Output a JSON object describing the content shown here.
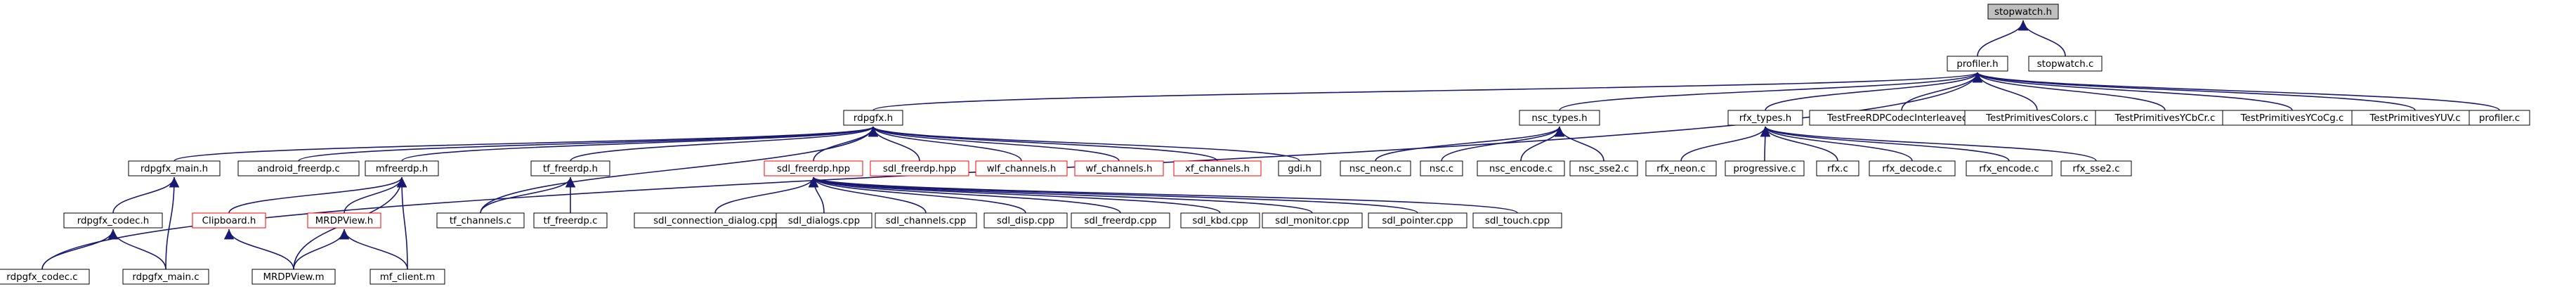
{
  "nodes": [
    {
      "id": "stopwatch_h",
      "label": "stopwatch.h",
      "style": "current"
    },
    {
      "id": "profiler_h",
      "label": "profiler.h",
      "style": "normal"
    },
    {
      "id": "stopwatch_c",
      "label": "stopwatch.c",
      "style": "normal"
    },
    {
      "id": "rdpgfx_h",
      "label": "rdpgfx.h",
      "style": "normal"
    },
    {
      "id": "nsc_types_h",
      "label": "nsc_types.h",
      "style": "normal"
    },
    {
      "id": "rfx_types_h",
      "label": "rfx_types.h",
      "style": "normal"
    },
    {
      "id": "TestFreeRDPCodecInterleaved_c",
      "label": "TestFreeRDPCodecInterleaved.c",
      "style": "normal"
    },
    {
      "id": "TestPrimitivesColors_c",
      "label": "TestPrimitivesColors.c",
      "style": "normal"
    },
    {
      "id": "TestPrimitivesYCbCr_c",
      "label": "TestPrimitivesYCbCr.c",
      "style": "normal"
    },
    {
      "id": "TestPrimitivesYCoCg_c",
      "label": "TestPrimitivesYCoCg.c",
      "style": "normal"
    },
    {
      "id": "TestPrimitivesYUV_c",
      "label": "TestPrimitivesYUV.c",
      "style": "normal"
    },
    {
      "id": "profiler_c",
      "label": "profiler.c",
      "style": "normal"
    },
    {
      "id": "rdpgfx_main_h",
      "label": "rdpgfx_main.h",
      "style": "normal"
    },
    {
      "id": "android_freerdp_c",
      "label": "android_freerdp.c",
      "style": "normal"
    },
    {
      "id": "mfreerdp_h",
      "label": "mfreerdp.h",
      "style": "normal"
    },
    {
      "id": "tf_freerdp_h",
      "label": "tf_freerdp.h",
      "style": "normal"
    },
    {
      "id": "sdl_freerdp_hpp",
      "label": "sdl_freerdp.hpp",
      "style": "missing"
    },
    {
      "id": "sdl_freerdp_hpp2",
      "label": "sdl_freerdp.hpp",
      "style": "missing"
    },
    {
      "id": "wlf_channels_h",
      "label": "wlf_channels.h",
      "style": "missing"
    },
    {
      "id": "wf_channels_h",
      "label": "wf_channels.h",
      "style": "missing"
    },
    {
      "id": "xf_channels_h",
      "label": "xf_channels.h",
      "style": "missing"
    },
    {
      "id": "gdi_h",
      "label": "gdi.h",
      "style": "normal"
    },
    {
      "id": "nsc_neon_c",
      "label": "nsc_neon.c",
      "style": "normal"
    },
    {
      "id": "nsc_c",
      "label": "nsc.c",
      "style": "normal"
    },
    {
      "id": "nsc_encode_c",
      "label": "nsc_encode.c",
      "style": "normal"
    },
    {
      "id": "nsc_sse2_c",
      "label": "nsc_sse2.c",
      "style": "normal"
    },
    {
      "id": "rfx_neon_c",
      "label": "rfx_neon.c",
      "style": "normal"
    },
    {
      "id": "progressive_c",
      "label": "progressive.c",
      "style": "normal"
    },
    {
      "id": "rfx_c",
      "label": "rfx.c",
      "style": "normal"
    },
    {
      "id": "rfx_decode_c",
      "label": "rfx_decode.c",
      "style": "normal"
    },
    {
      "id": "rfx_encode_c",
      "label": "rfx_encode.c",
      "style": "normal"
    },
    {
      "id": "rfx_sse2_c",
      "label": "rfx_sse2.c",
      "style": "normal"
    },
    {
      "id": "rdpgfx_codec_h",
      "label": "rdpgfx_codec.h",
      "style": "normal"
    },
    {
      "id": "clipboard_h",
      "label": "Clipboard.h",
      "style": "missing"
    },
    {
      "id": "mrdpview_h",
      "label": "MRDPView.h",
      "style": "missing"
    },
    {
      "id": "tf_channels_c",
      "label": "tf_channels.c",
      "style": "normal"
    },
    {
      "id": "tf_freerdp_c",
      "label": "tf_freerdp.c",
      "style": "normal"
    },
    {
      "id": "sdl_connection_dialog_cpp",
      "label": "sdl_connection_dialog.cpp",
      "style": "normal"
    },
    {
      "id": "sdl_dialogs_cpp",
      "label": "sdl_dialogs.cpp",
      "style": "normal"
    },
    {
      "id": "sdl_channels_cpp",
      "label": "sdl_channels.cpp",
      "style": "normal"
    },
    {
      "id": "sdl_disp_cpp",
      "label": "sdl_disp.cpp",
      "style": "normal"
    },
    {
      "id": "sdl_freerdp_cpp",
      "label": "sdl_freerdp.cpp",
      "style": "normal"
    },
    {
      "id": "sdl_kbd_cpp",
      "label": "sdl_kbd.cpp",
      "style": "normal"
    },
    {
      "id": "sdl_monitor_cpp",
      "label": "sdl_monitor.cpp",
      "style": "normal"
    },
    {
      "id": "sdl_pointer_cpp",
      "label": "sdl_pointer.cpp",
      "style": "normal"
    },
    {
      "id": "sdl_touch_cpp",
      "label": "sdl_touch.cpp",
      "style": "normal"
    },
    {
      "id": "rdpgfx_codec_c",
      "label": "rdpgfx_codec.c",
      "style": "normal"
    },
    {
      "id": "rdpgfx_main_c",
      "label": "rdpgfx_main.c",
      "style": "normal"
    },
    {
      "id": "mrdpview_m",
      "label": "MRDPView.m",
      "style": "normal"
    },
    {
      "id": "mf_client_m",
      "label": "mf_client.m",
      "style": "normal"
    }
  ],
  "edges": [
    [
      "stopwatch_h",
      "profiler_h"
    ],
    [
      "stopwatch_h",
      "stopwatch_c"
    ],
    [
      "profiler_h",
      "rdpgfx_h"
    ],
    [
      "profiler_h",
      "nsc_types_h"
    ],
    [
      "profiler_h",
      "rfx_types_h"
    ],
    [
      "profiler_h",
      "TestFreeRDPCodecInterleaved_c"
    ],
    [
      "profiler_h",
      "TestPrimitivesColors_c"
    ],
    [
      "profiler_h",
      "TestPrimitivesYCbCr_c"
    ],
    [
      "profiler_h",
      "TestPrimitivesYCoCg_c"
    ],
    [
      "profiler_h",
      "TestPrimitivesYUV_c"
    ],
    [
      "profiler_h",
      "profiler_c"
    ],
    [
      "profiler_h",
      "rdpgfx_codec_c"
    ],
    [
      "rdpgfx_h",
      "rdpgfx_main_h"
    ],
    [
      "rdpgfx_h",
      "android_freerdp_c"
    ],
    [
      "rdpgfx_h",
      "mfreerdp_h"
    ],
    [
      "rdpgfx_h",
      "tf_freerdp_h"
    ],
    [
      "rdpgfx_h",
      "sdl_freerdp_hpp"
    ],
    [
      "rdpgfx_h",
      "sdl_freerdp_hpp2"
    ],
    [
      "rdpgfx_h",
      "wlf_channels_h"
    ],
    [
      "rdpgfx_h",
      "wf_channels_h"
    ],
    [
      "rdpgfx_h",
      "xf_channels_h"
    ],
    [
      "rdpgfx_h",
      "gdi_h"
    ],
    [
      "rdpgfx_h",
      "tf_channels_c"
    ],
    [
      "nsc_types_h",
      "nsc_neon_c"
    ],
    [
      "nsc_types_h",
      "nsc_c"
    ],
    [
      "nsc_types_h",
      "nsc_encode_c"
    ],
    [
      "nsc_types_h",
      "nsc_sse2_c"
    ],
    [
      "rfx_types_h",
      "rfx_neon_c"
    ],
    [
      "rfx_types_h",
      "progressive_c"
    ],
    [
      "rfx_types_h",
      "rfx_c"
    ],
    [
      "rfx_types_h",
      "rfx_decode_c"
    ],
    [
      "rfx_types_h",
      "rfx_encode_c"
    ],
    [
      "rfx_types_h",
      "rfx_sse2_c"
    ],
    [
      "rdpgfx_main_h",
      "rdpgfx_codec_h"
    ],
    [
      "rdpgfx_main_h",
      "rdpgfx_main_c"
    ],
    [
      "rdpgfx_codec_h",
      "rdpgfx_codec_c"
    ],
    [
      "rdpgfx_codec_h",
      "rdpgfx_main_c"
    ],
    [
      "mfreerdp_h",
      "clipboard_h"
    ],
    [
      "mfreerdp_h",
      "mrdpview_h"
    ],
    [
      "mfreerdp_h",
      "mrdpview_m"
    ],
    [
      "mfreerdp_h",
      "mf_client_m"
    ],
    [
      "clipboard_h",
      "mrdpview_m"
    ],
    [
      "mrdpview_h",
      "mrdpview_m"
    ],
    [
      "mrdpview_h",
      "mf_client_m"
    ],
    [
      "tf_freerdp_h",
      "tf_channels_c"
    ],
    [
      "tf_freerdp_h",
      "tf_freerdp_c"
    ],
    [
      "sdl_freerdp_hpp",
      "sdl_connection_dialog_cpp"
    ],
    [
      "sdl_freerdp_hpp",
      "sdl_dialogs_cpp"
    ],
    [
      "sdl_freerdp_hpp",
      "sdl_channels_cpp"
    ],
    [
      "sdl_freerdp_hpp",
      "sdl_disp_cpp"
    ],
    [
      "sdl_freerdp_hpp",
      "sdl_freerdp_cpp"
    ],
    [
      "sdl_freerdp_hpp",
      "sdl_kbd_cpp"
    ],
    [
      "sdl_freerdp_hpp",
      "sdl_monitor_cpp"
    ],
    [
      "sdl_freerdp_hpp",
      "sdl_pointer_cpp"
    ],
    [
      "sdl_freerdp_hpp",
      "sdl_touch_cpp"
    ]
  ],
  "colors": {
    "edge": "#191970",
    "node_border": "#000000",
    "missing_border": "#ff0000",
    "current_fill": "#bfbfbf",
    "node_fill": "#ffffff",
    "text": "#000000"
  }
}
